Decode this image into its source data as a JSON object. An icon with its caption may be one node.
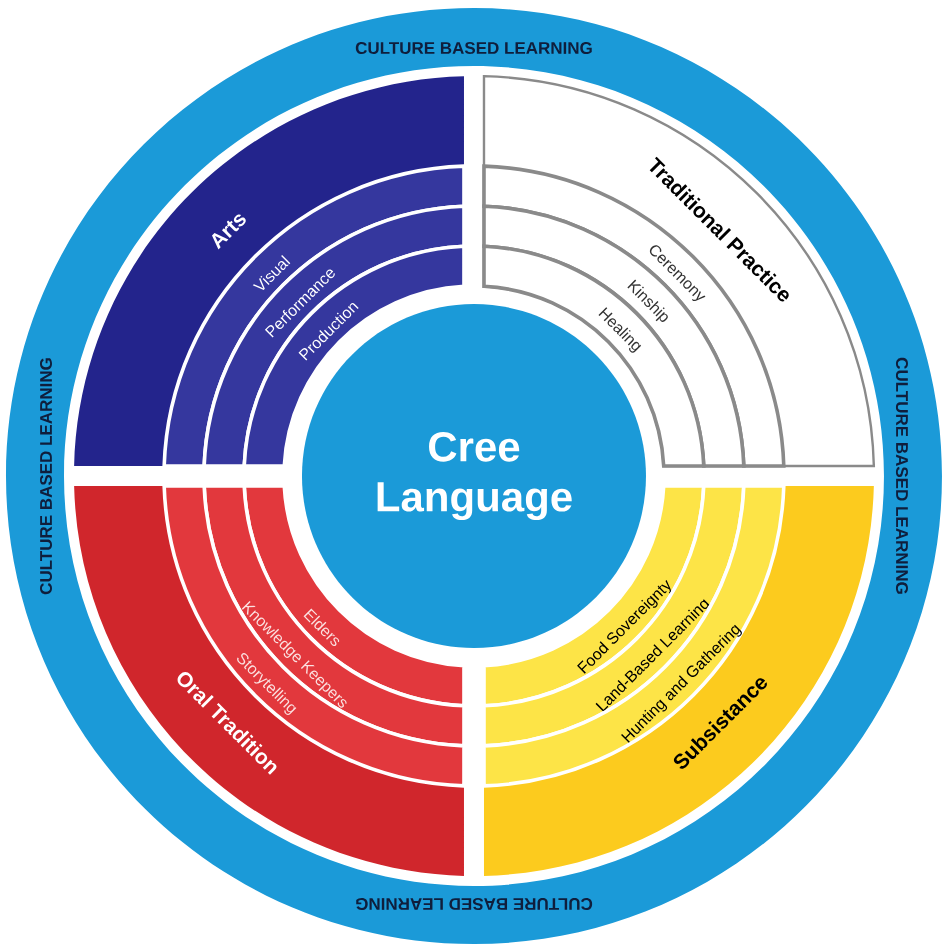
{
  "diagram": {
    "nodes": [
      {
        "text": [
          "CULTURE BASED LEARNING",
          "CULTURE BASED LEARNING",
          "CULTURE BASED LEARNING",
          "CULTURE BASED LEARNING"
        ]
      },
      {
        "text": [
          "Arts"
        ],
        "in": 0
      },
      {
        "text": [
          "Visual"
        ],
        "in": 1
      },
      {
        "text": [
          "Performance"
        ],
        "in": 1
      },
      {
        "text": [
          "Production"
        ],
        "in": 1
      },
      {
        "text": [
          "Traditional Practice"
        ],
        "in": 0
      },
      {
        "text": [
          "Ceremony"
        ],
        "in": 5
      },
      {
        "text": [
          "Kinship"
        ],
        "in": 5
      },
      {
        "text": [
          "Healing"
        ],
        "in": 5
      },
      {
        "text": [
          "Oral Tradition"
        ],
        "in": 0
      },
      {
        "text": [
          "Elders"
        ],
        "in": 9
      },
      {
        "text": [
          "Knowledge Keepers"
        ],
        "in": 9
      },
      {
        "text": [
          "Storytelling"
        ],
        "in": 9
      },
      {
        "text": [
          "Subsistance"
        ],
        "in": 0
      },
      {
        "text": [
          "Food Sovereignty"
        ],
        "in": 13
      },
      {
        "text": [
          "Land-Based Learning"
        ],
        "in": 13
      },
      {
        "text": [
          "Hunting and Gathering"
        ],
        "in": 13
      },
      {
        "text": [
          "Cree Language"
        ],
        "in": 0
      }
    ]
  }
}
